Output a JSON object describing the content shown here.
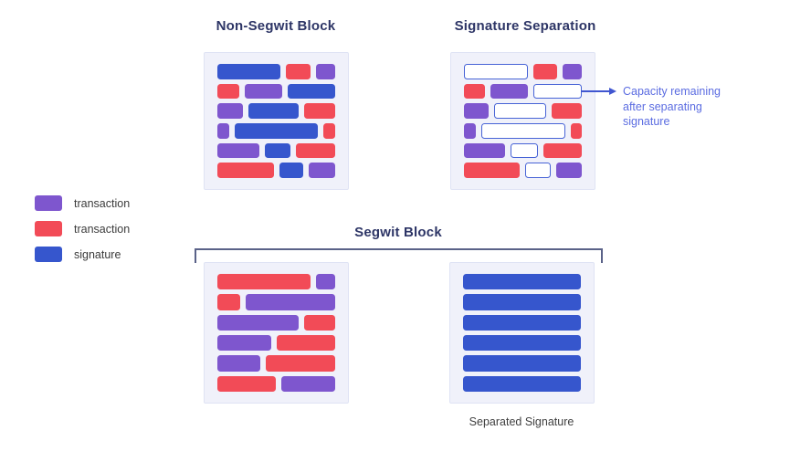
{
  "palette": {
    "purple": "#7e56ce",
    "red": "#f24b57",
    "blue": "#3656cd",
    "white_bar_border": "#4763d6",
    "title_navy": "#2d3566",
    "annotation_blue": "#5b6ce1",
    "arrow_blue": "#4056d0",
    "box_bg": "#f0f1fa",
    "box_border": "#dfe3f4",
    "bracket_gray": "#5a6288",
    "label_gray": "#3f3f3f",
    "legend_text": "#3b3b3b",
    "canvas_bg": "#ffffff"
  },
  "legend": {
    "items": [
      {
        "color": "purple",
        "label": "transaction"
      },
      {
        "color": "red",
        "label": "transaction"
      },
      {
        "color": "blue",
        "label": "signature"
      }
    ]
  },
  "non_segwit_block": {
    "title": "Non-Segwit Block",
    "rows": [
      [
        {
          "c": "blue",
          "w": 55
        },
        {
          "c": "red",
          "w": 21
        },
        {
          "c": "purple",
          "w": 17
        }
      ],
      [
        {
          "c": "red",
          "w": 19
        },
        {
          "c": "purple",
          "w": 33
        },
        {
          "c": "blue",
          "w": 42
        }
      ],
      [
        {
          "c": "purple",
          "w": 22
        },
        {
          "c": "blue",
          "w": 44
        },
        {
          "c": "red",
          "w": 27
        }
      ],
      [
        {
          "c": "purple",
          "w": 10
        },
        {
          "c": "blue",
          "w": 72
        },
        {
          "c": "red",
          "w": 10
        }
      ],
      [
        {
          "c": "purple",
          "w": 36
        },
        {
          "c": "blue",
          "w": 22
        },
        {
          "c": "red",
          "w": 34
        }
      ],
      [
        {
          "c": "red",
          "w": 49
        },
        {
          "c": "blue",
          "w": 21
        },
        {
          "c": "purple",
          "w": 23
        }
      ]
    ]
  },
  "signature_separation": {
    "title": "Signature Separation",
    "annotation": "Capacity remaining after separating signature",
    "rows": [
      [
        {
          "c": "white",
          "w": 55
        },
        {
          "c": "red",
          "w": 21
        },
        {
          "c": "purple",
          "w": 17
        }
      ],
      [
        {
          "c": "red",
          "w": 19
        },
        {
          "c": "purple",
          "w": 33
        },
        {
          "c": "white",
          "w": 42
        }
      ],
      [
        {
          "c": "purple",
          "w": 22
        },
        {
          "c": "white",
          "w": 44
        },
        {
          "c": "red",
          "w": 27
        }
      ],
      [
        {
          "c": "purple",
          "w": 10
        },
        {
          "c": "white",
          "w": 72
        },
        {
          "c": "red",
          "w": 10
        }
      ],
      [
        {
          "c": "purple",
          "w": 36
        },
        {
          "c": "white",
          "w": 22
        },
        {
          "c": "red",
          "w": 34
        }
      ],
      [
        {
          "c": "red",
          "w": 49
        },
        {
          "c": "white",
          "w": 21
        },
        {
          "c": "purple",
          "w": 23
        }
      ]
    ]
  },
  "segwit_block": {
    "title": "Segwit Block",
    "transactions_rows": [
      [
        {
          "c": "red",
          "w": 82
        },
        {
          "c": "purple",
          "w": 17
        }
      ],
      [
        {
          "c": "red",
          "w": 20
        },
        {
          "c": "purple",
          "w": 78
        }
      ],
      [
        {
          "c": "purple",
          "w": 71
        },
        {
          "c": "red",
          "w": 27
        }
      ],
      [
        {
          "c": "purple",
          "w": 47
        },
        {
          "c": "red",
          "w": 51
        }
      ],
      [
        {
          "c": "purple",
          "w": 38
        },
        {
          "c": "red",
          "w": 61
        }
      ],
      [
        {
          "c": "red",
          "w": 51
        },
        {
          "c": "purple",
          "w": 47
        }
      ]
    ],
    "signature_rows": [
      [
        {
          "c": "blue",
          "w": 100
        }
      ],
      [
        {
          "c": "blue",
          "w": 100
        }
      ],
      [
        {
          "c": "blue",
          "w": 100
        }
      ],
      [
        {
          "c": "blue",
          "w": 100
        }
      ],
      [
        {
          "c": "blue",
          "w": 100
        }
      ],
      [
        {
          "c": "blue",
          "w": 100
        }
      ]
    ],
    "separated_label": "Separated Signature"
  }
}
